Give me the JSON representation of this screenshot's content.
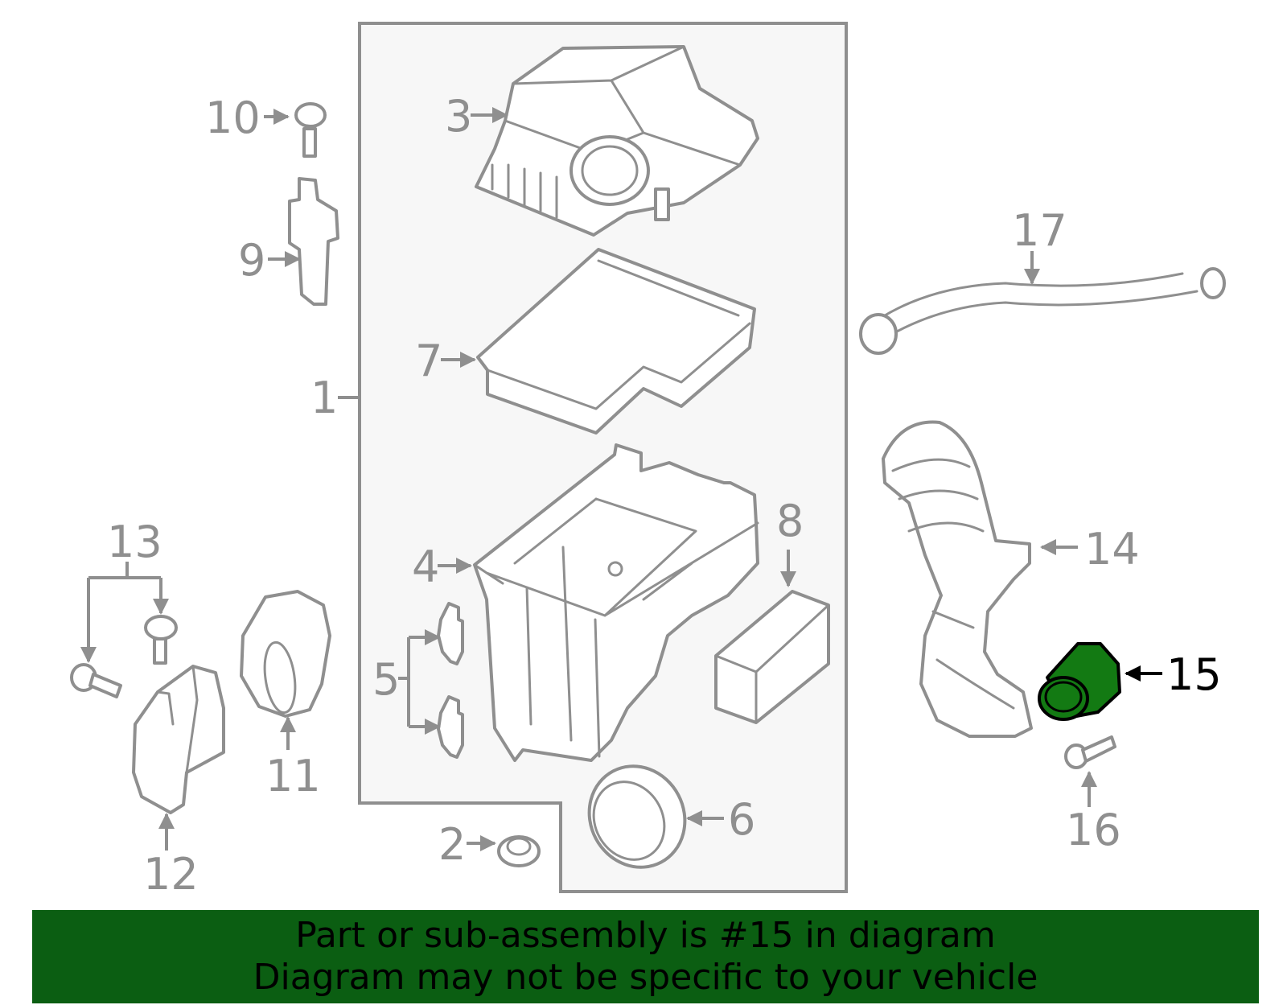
{
  "colors": {
    "highlight_fill": "#137a13",
    "banner_bg": "#0b5e12",
    "line": "#8f8f8f"
  },
  "callouts": [
    {
      "id": "1",
      "label": "1"
    },
    {
      "id": "2",
      "label": "2"
    },
    {
      "id": "3",
      "label": "3"
    },
    {
      "id": "4",
      "label": "4"
    },
    {
      "id": "5",
      "label": "5"
    },
    {
      "id": "6",
      "label": "6"
    },
    {
      "id": "7",
      "label": "7"
    },
    {
      "id": "8",
      "label": "8"
    },
    {
      "id": "9",
      "label": "9"
    },
    {
      "id": "10",
      "label": "10"
    },
    {
      "id": "11",
      "label": "11"
    },
    {
      "id": "12",
      "label": "12"
    },
    {
      "id": "13",
      "label": "13"
    },
    {
      "id": "14",
      "label": "14"
    },
    {
      "id": "15",
      "label": "15"
    },
    {
      "id": "16",
      "label": "16"
    },
    {
      "id": "17",
      "label": "17"
    }
  ],
  "banner": {
    "line1": "Part or sub-assembly is #15 in diagram",
    "line2": "Diagram may not be specific to your vehicle"
  }
}
